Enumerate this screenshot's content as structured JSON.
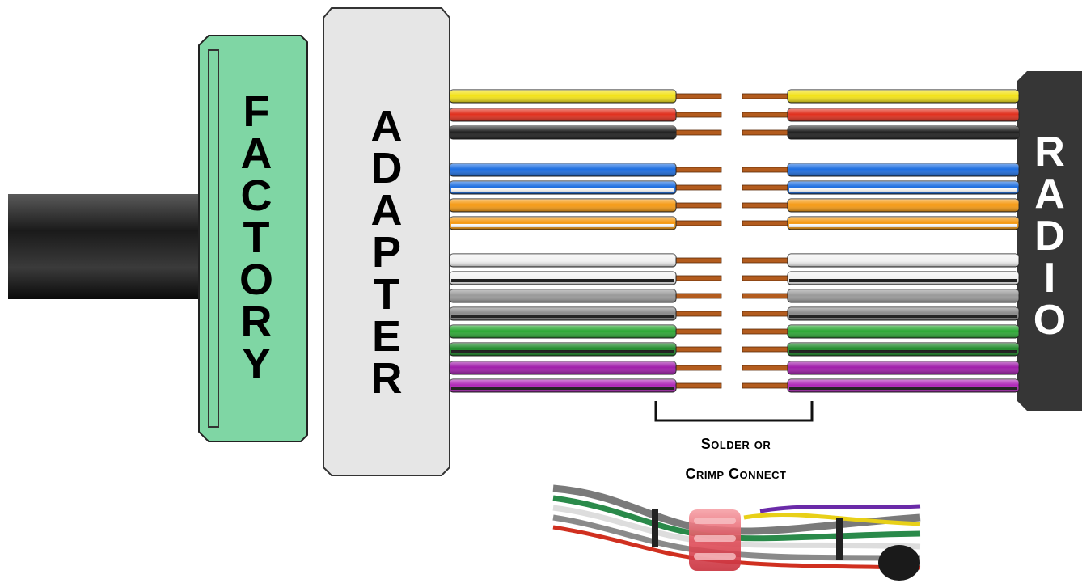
{
  "labels": {
    "factory": "F\nA\nC\nT\nO\nR\nY",
    "adapter": "A\nD\nA\nP\nT\nE\nR",
    "radio": "R\nA\nD\nI\nO"
  },
  "caption": {
    "line1": "Solder or",
    "line2": "Crimp Connect"
  },
  "colors": {
    "factory_plug": "#7fd6a4",
    "adapter_block": "#e6e6e6",
    "radio_block": "#3a3a3a",
    "cable": "#2a2a2a",
    "copper": "#b35c1e"
  },
  "wires": [
    {
      "name": "yellow",
      "main": "#f2e21a"
    },
    {
      "name": "red",
      "main": "#e0301e"
    },
    {
      "name": "black",
      "main": "#222222"
    },
    {
      "name": "blue",
      "main": "#1f6fe0"
    },
    {
      "name": "blue-white",
      "main": "#1f6fe0",
      "stripe": "#ffffff"
    },
    {
      "name": "orange",
      "main": "#f59a14"
    },
    {
      "name": "orange-white",
      "main": "#f59a14",
      "stripe": "#ffffff"
    },
    {
      "name": "white",
      "main": "#f2f2f2"
    },
    {
      "name": "white-black",
      "main": "#f2f2f2",
      "stripe": "#111111"
    },
    {
      "name": "gray",
      "main": "#9a9a9a"
    },
    {
      "name": "gray-black",
      "main": "#8c8c8c",
      "stripe": "#111111"
    },
    {
      "name": "green",
      "main": "#2ea836"
    },
    {
      "name": "green-black",
      "main": "#1f8a2a",
      "stripe": "#111111"
    },
    {
      "name": "violet",
      "main": "#a01faa"
    },
    {
      "name": "violet-black",
      "main": "#b02ab8",
      "stripe": "#111111"
    }
  ]
}
